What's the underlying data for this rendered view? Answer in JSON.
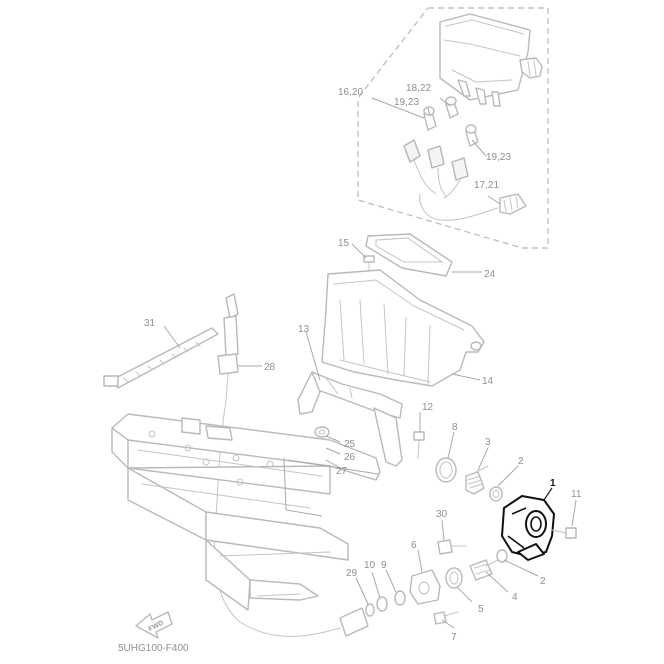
{
  "diagram": {
    "code": "5UHG100-F400",
    "fwd_label": "FWD",
    "callouts": {
      "c1": "1",
      "c2a": "2",
      "c2b": "2",
      "c3": "3",
      "c4": "4",
      "c5": "5",
      "c6": "6",
      "c7": "7",
      "c8": "8",
      "c9": "9",
      "c10": "10",
      "c11": "11",
      "c12": "12",
      "c13": "13",
      "c14": "14",
      "c15": "15",
      "c16_20": "16,20",
      "c17_21": "17,21",
      "c18_22": "18,22",
      "c19_23a": "19,23",
      "c19_23b": "19,23",
      "c24": "24",
      "c25": "25",
      "c26": "26",
      "c27": "27",
      "c28": "28",
      "c29": "29",
      "c30": "30",
      "c31": "31"
    }
  }
}
